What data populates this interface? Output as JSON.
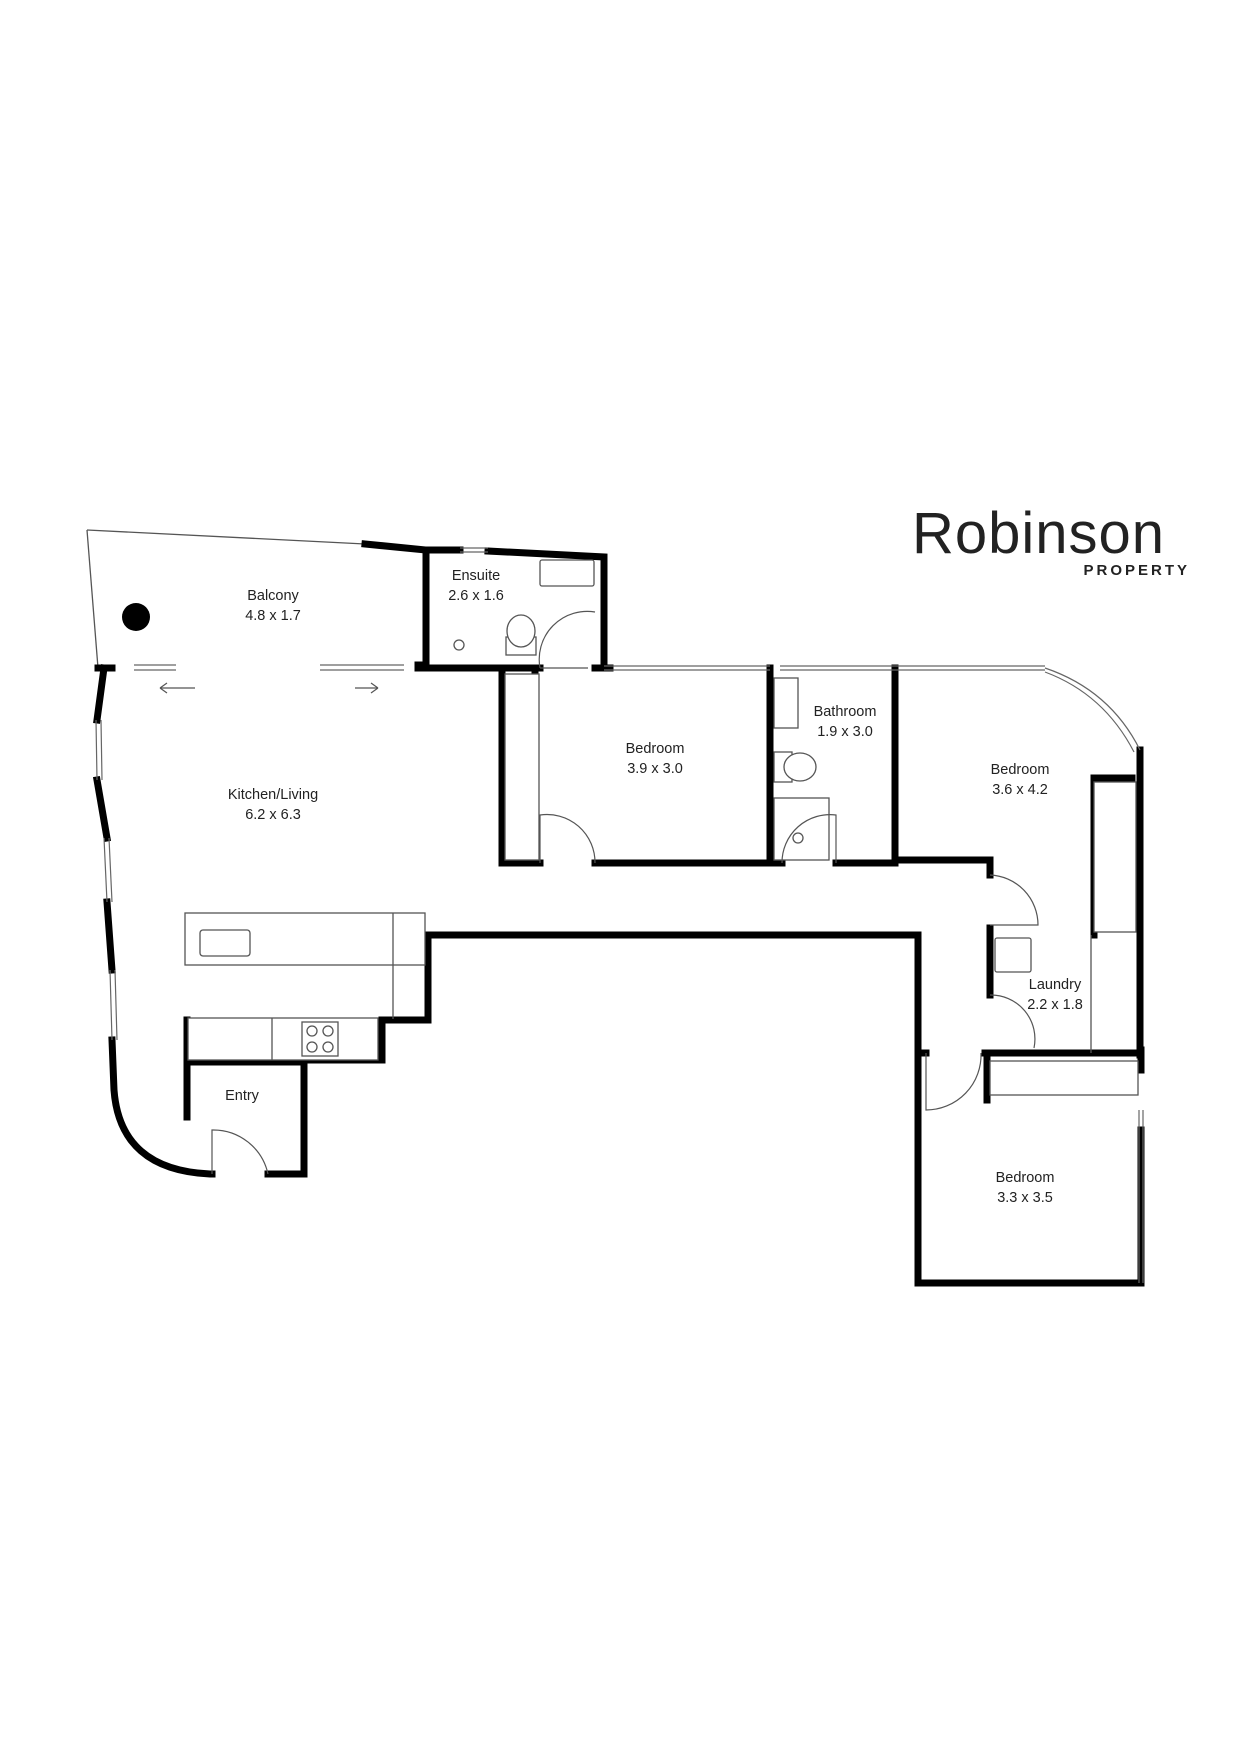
{
  "brand": {
    "name": "Robinson",
    "sub": "PROPERTY"
  },
  "rooms": [
    {
      "name": "Balcony",
      "size": "4.8 x 1.7"
    },
    {
      "name": "Ensuite",
      "size": "2.6 x 1.6"
    },
    {
      "name": "Kitchen/Living",
      "size": "6.2 x 6.3"
    },
    {
      "name": "Bedroom",
      "size": "3.9 x 3.0"
    },
    {
      "name": "Bathroom",
      "size": "1.9 x 3.0"
    },
    {
      "name": "Bedroom",
      "size": "3.6 x 4.2"
    },
    {
      "name": "Laundry",
      "size": "2.2 x 1.8"
    },
    {
      "name": "Entry",
      "size": ""
    },
    {
      "name": "Bedroom",
      "size": "3.3 x 3.5"
    }
  ],
  "icons": [
    "sliding-arrow-left-icon",
    "sliding-arrow-right-icon",
    "sink-icon",
    "toilet-icon",
    "cooktop-icon",
    "column-icon"
  ]
}
